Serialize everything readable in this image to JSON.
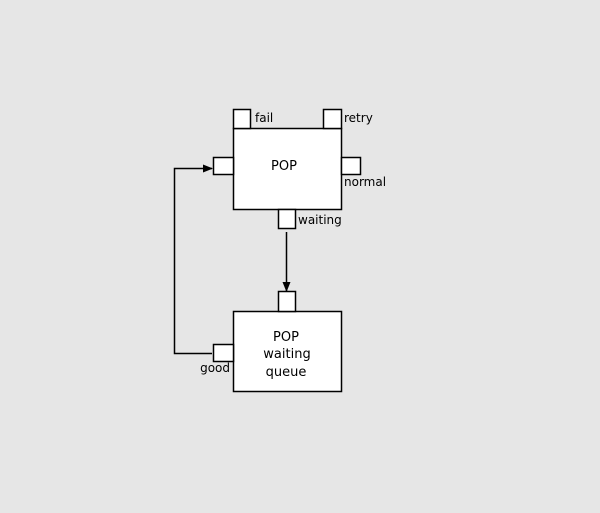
{
  "nodes": {
    "pop": {
      "title": "POP",
      "ports": {
        "fail": "fail",
        "retry": "retry",
        "normal": "normal",
        "waiting": "waiting"
      }
    },
    "queue": {
      "title_lines": [
        "POP",
        "waiting",
        "queue"
      ],
      "ports": {
        "good": "good"
      }
    }
  },
  "colors": {
    "background": "#e6e6e6",
    "node_fill": "#ffffff",
    "stroke": "#000000"
  }
}
